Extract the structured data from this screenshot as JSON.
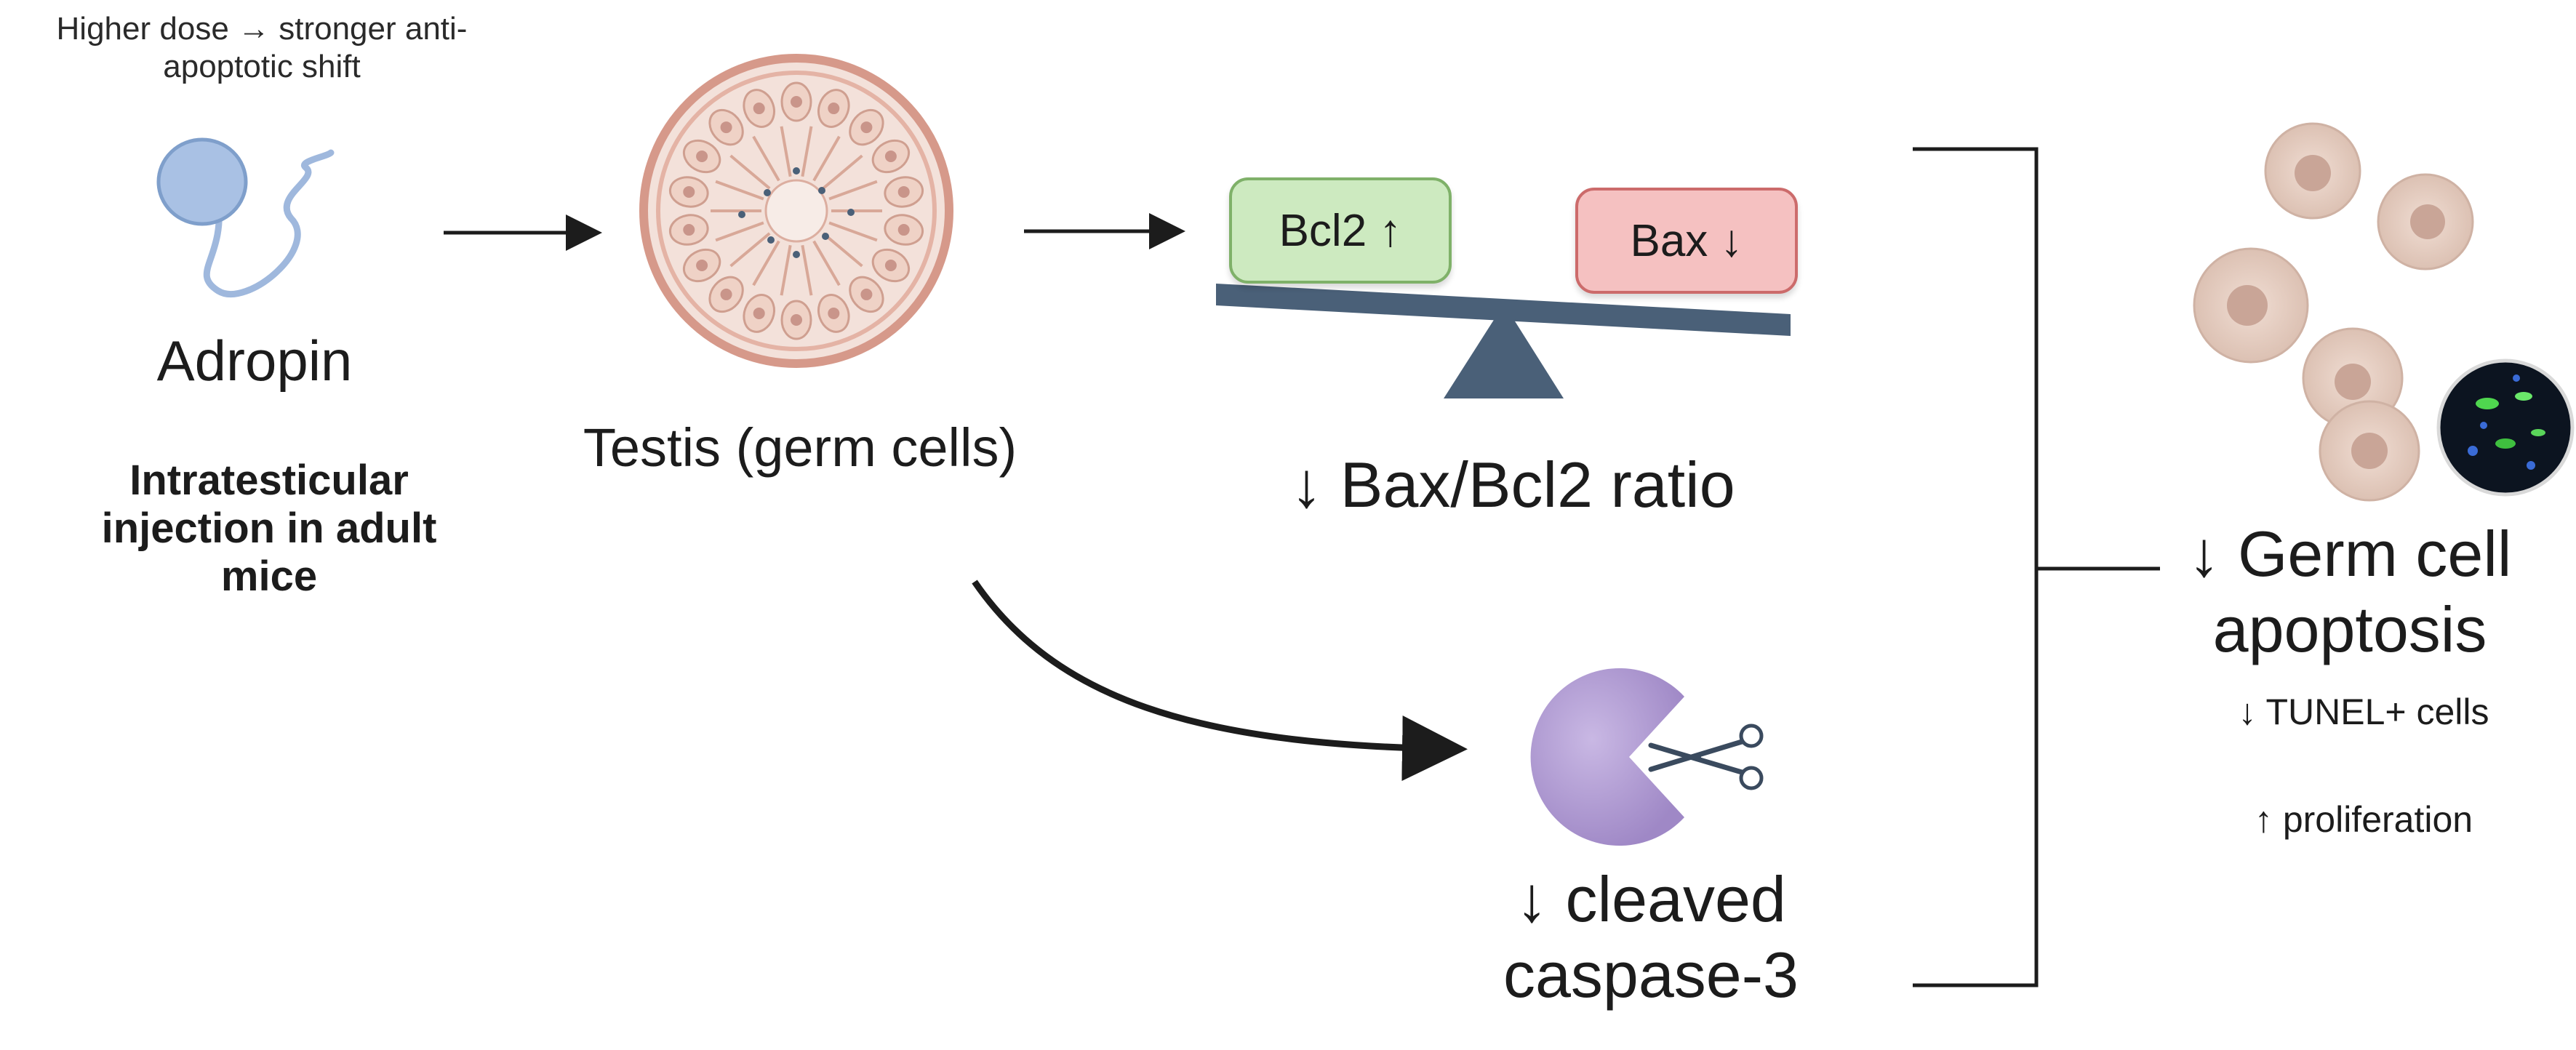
{
  "dose_note": "Higher dose → stronger anti-apoptotic shift",
  "adropin": {
    "label": "Adropin",
    "injection": "Intratesticular injection in adult mice"
  },
  "testis": {
    "label": "Testis (germ cells)"
  },
  "balance": {
    "bcl2_label": "Bcl2 ↑",
    "bax_label": "Bax ↓",
    "ratio_label": "↓ Bax/Bcl2 ratio"
  },
  "caspase": {
    "label": "↓ cleaved caspase-3"
  },
  "outcome": {
    "title": "↓ Germ cell apoptosis",
    "tunel": "↓ TUNEL+ cells",
    "proliferation": "↑ proliferation"
  },
  "colors": {
    "bcl2_fill": "#cdeac0",
    "bax_fill": "#f5c1c1",
    "scale": "#4a6078",
    "caspase": "#b7a3d6",
    "sperm": "#9fb8dd",
    "testis": "#e3b1a2"
  }
}
